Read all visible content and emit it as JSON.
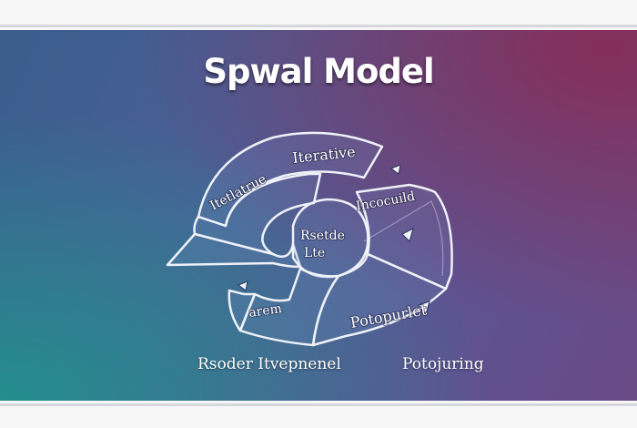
{
  "title": "Spwal Model",
  "segments": {
    "top": "Iterative",
    "left": "Itetlatrue",
    "right": "Incocuild",
    "center_line1": "Rsetde",
    "center_line2": "Lte",
    "lower_left": "arem",
    "lower_right": "Potopurlet"
  },
  "captions": {
    "left": "Rsoder Itvepnenel",
    "right": "Potojuring"
  },
  "colors": {
    "stroke": "#eef1f8",
    "text": "#ffffff",
    "panel_top_right": "#8c2850",
    "panel_bottom_left": "#1e968c",
    "panel_base": "#4a5f97"
  },
  "icons": [
    "arrow-marker-icon",
    "arrow-marker-icon",
    "arrow-marker-icon",
    "arrow-marker-icon"
  ]
}
